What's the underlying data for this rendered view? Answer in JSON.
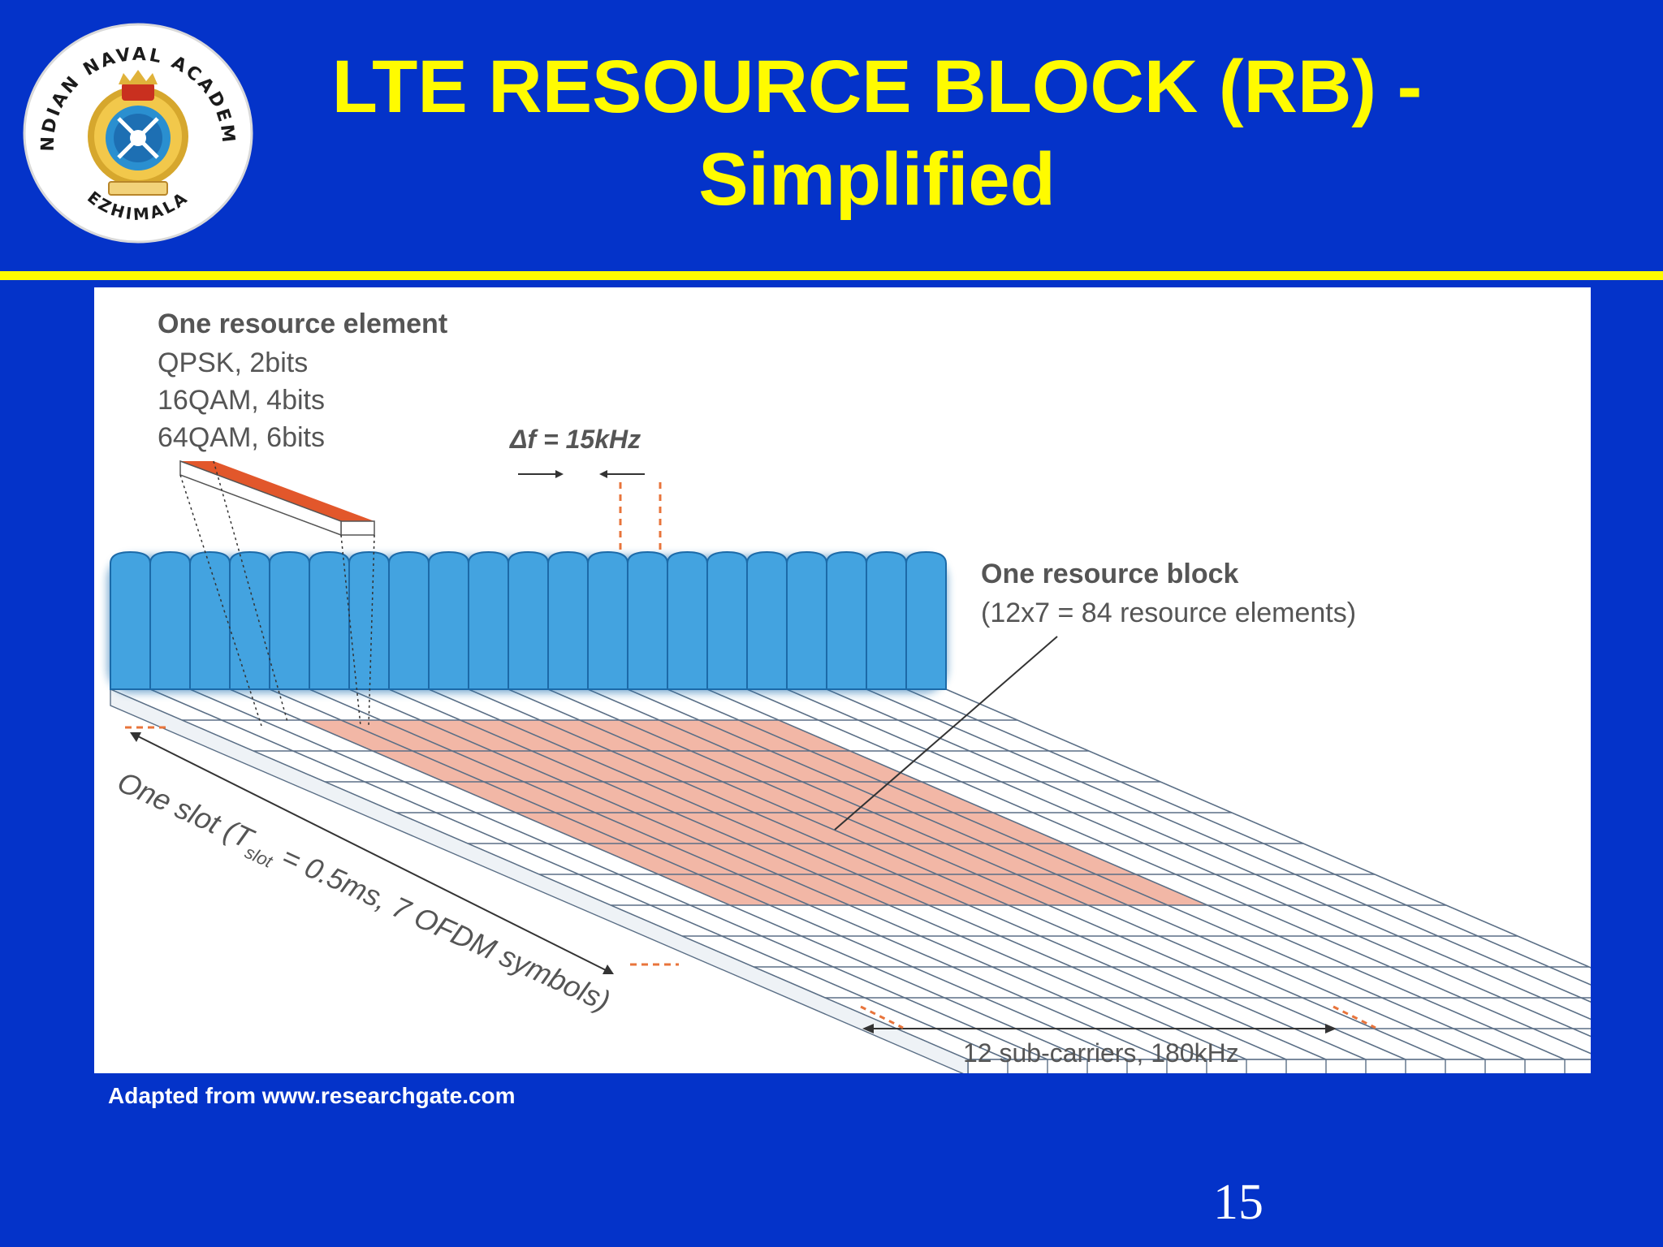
{
  "slide": {
    "title_line1": "LTE RESOURCE BLOCK (RB) -",
    "title_line2": "Simplified",
    "credit": "Adapted from  www.researchgate.com",
    "page_number": "15"
  },
  "logo": {
    "text_top": "INDIAN NAVAL ACADEMY",
    "text_bottom": "EZHIMALA"
  },
  "diagram": {
    "element_title": "One resource element",
    "element_lines": [
      "QPSK, 2bits",
      "16QAM, 4bits",
      "64QAM, 6bits"
    ],
    "delta_f_symbol": "Δ",
    "delta_f_text": "f = 15kHz",
    "block_title": "One resource block",
    "block_sub": "(12x7 = 84 resource elements)",
    "slot_prefix": "One slot (T",
    "slot_sub": "slot",
    "slot_suffix": " = 0.5ms, 7 OFDM symbols)",
    "subcarriers": "12 sub-carriers, 180kHz",
    "subcarrier_count": 21,
    "symbol_rows": 12
  },
  "colors": {
    "background": "#0433c9",
    "title": "#fffb00",
    "subcarrier_fill": "#43a3e0",
    "resource_block": "#f2b7a6",
    "resource_element": "#e2572b",
    "dash": "#e8743b"
  }
}
